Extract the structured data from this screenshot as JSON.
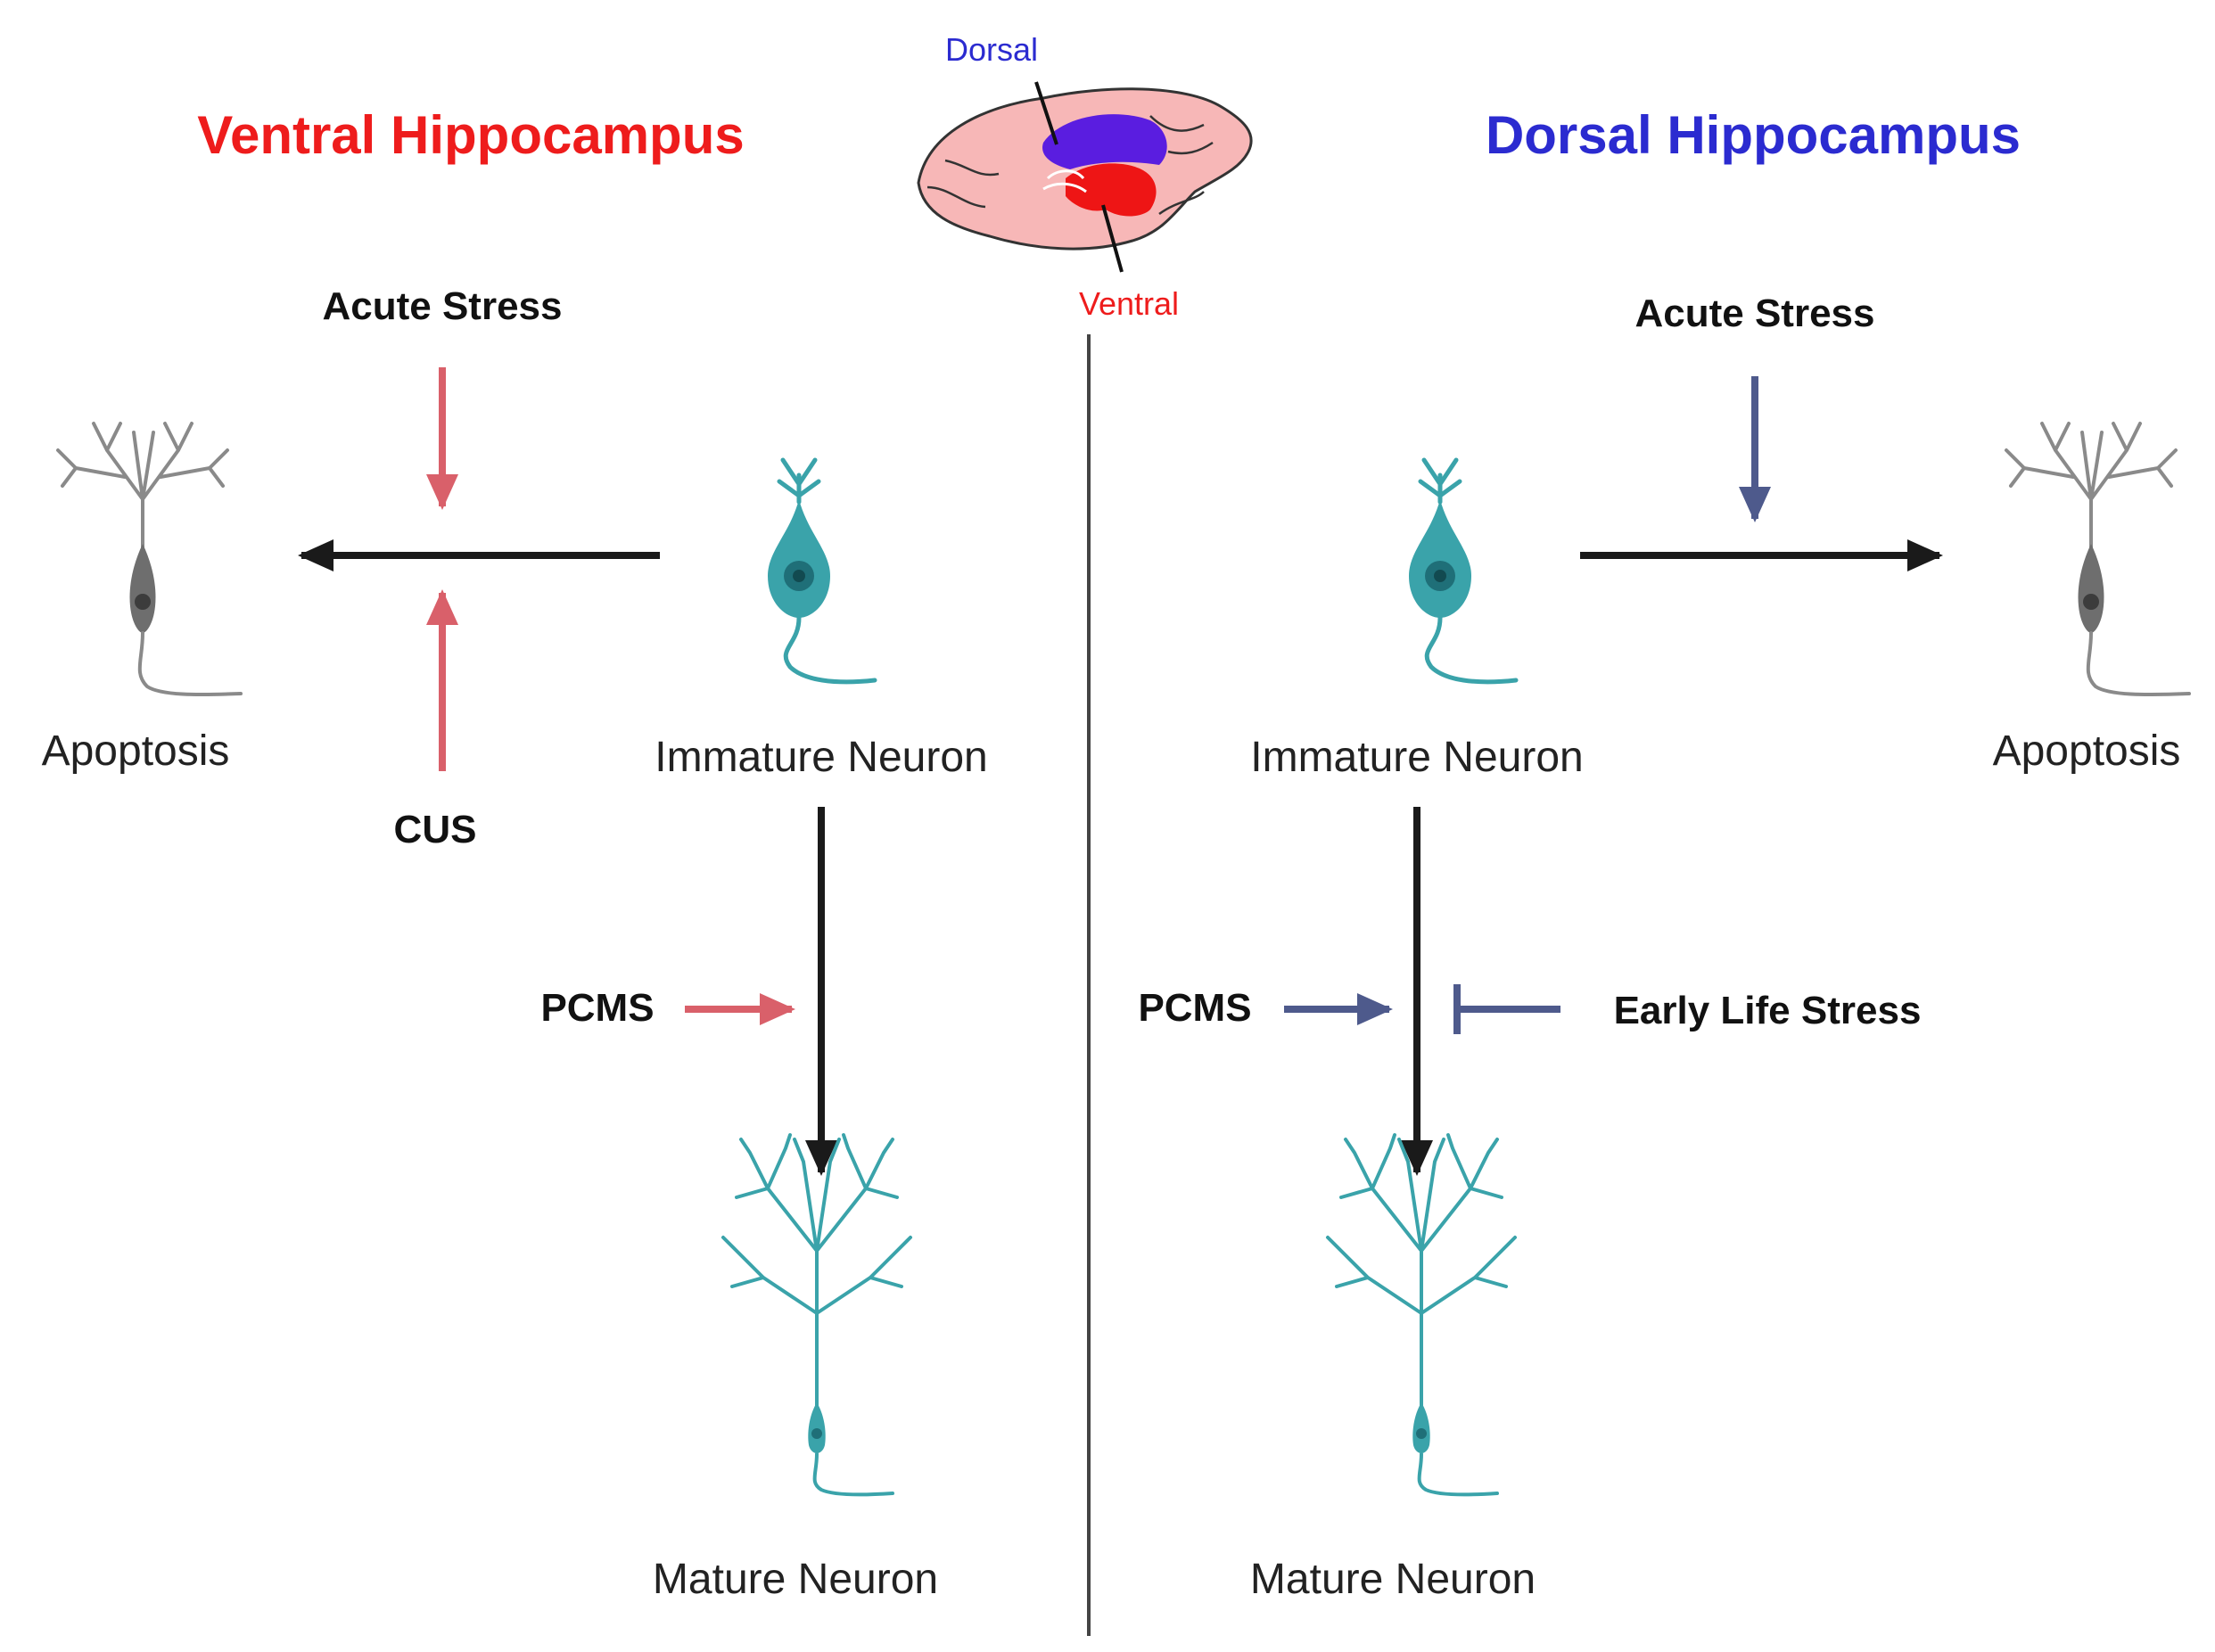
{
  "colors": {
    "ventral": "#ee1c1c",
    "dorsal": "#2b2bd0",
    "ventral_arrow": "#d9606a",
    "dorsal_arrow": "#4e5a8c",
    "neuron": "#3aa3aa",
    "apoptotic": "#7d7d7d",
    "black_arrow": "#1a1a1a",
    "brain": "#f7b7b7",
    "brain_dorsal": "#5a1de0",
    "brain_ventral": "#ee1515"
  },
  "inset": {
    "dorsal_label": "Dorsal",
    "ventral_label": "Ventral"
  },
  "ventral": {
    "title": "Ventral Hippocampus",
    "acute_stress": "Acute Stress",
    "cus": "CUS",
    "apoptosis": "Apoptosis",
    "immature": "Immature Neuron",
    "pcms": "PCMS",
    "mature": "Mature Neuron"
  },
  "dorsal": {
    "title": "Dorsal Hippocampus",
    "acute_stress": "Acute Stress",
    "immature": "Immature Neuron",
    "apoptosis": "Apoptosis",
    "pcms": "PCMS",
    "early_life_stress": "Early Life Stress",
    "mature": "Mature Neuron"
  },
  "icons": [
    "apoptotic-neuron-icon",
    "immature-neuron-icon",
    "mature-neuron-icon",
    "rat-brain-icon"
  ]
}
